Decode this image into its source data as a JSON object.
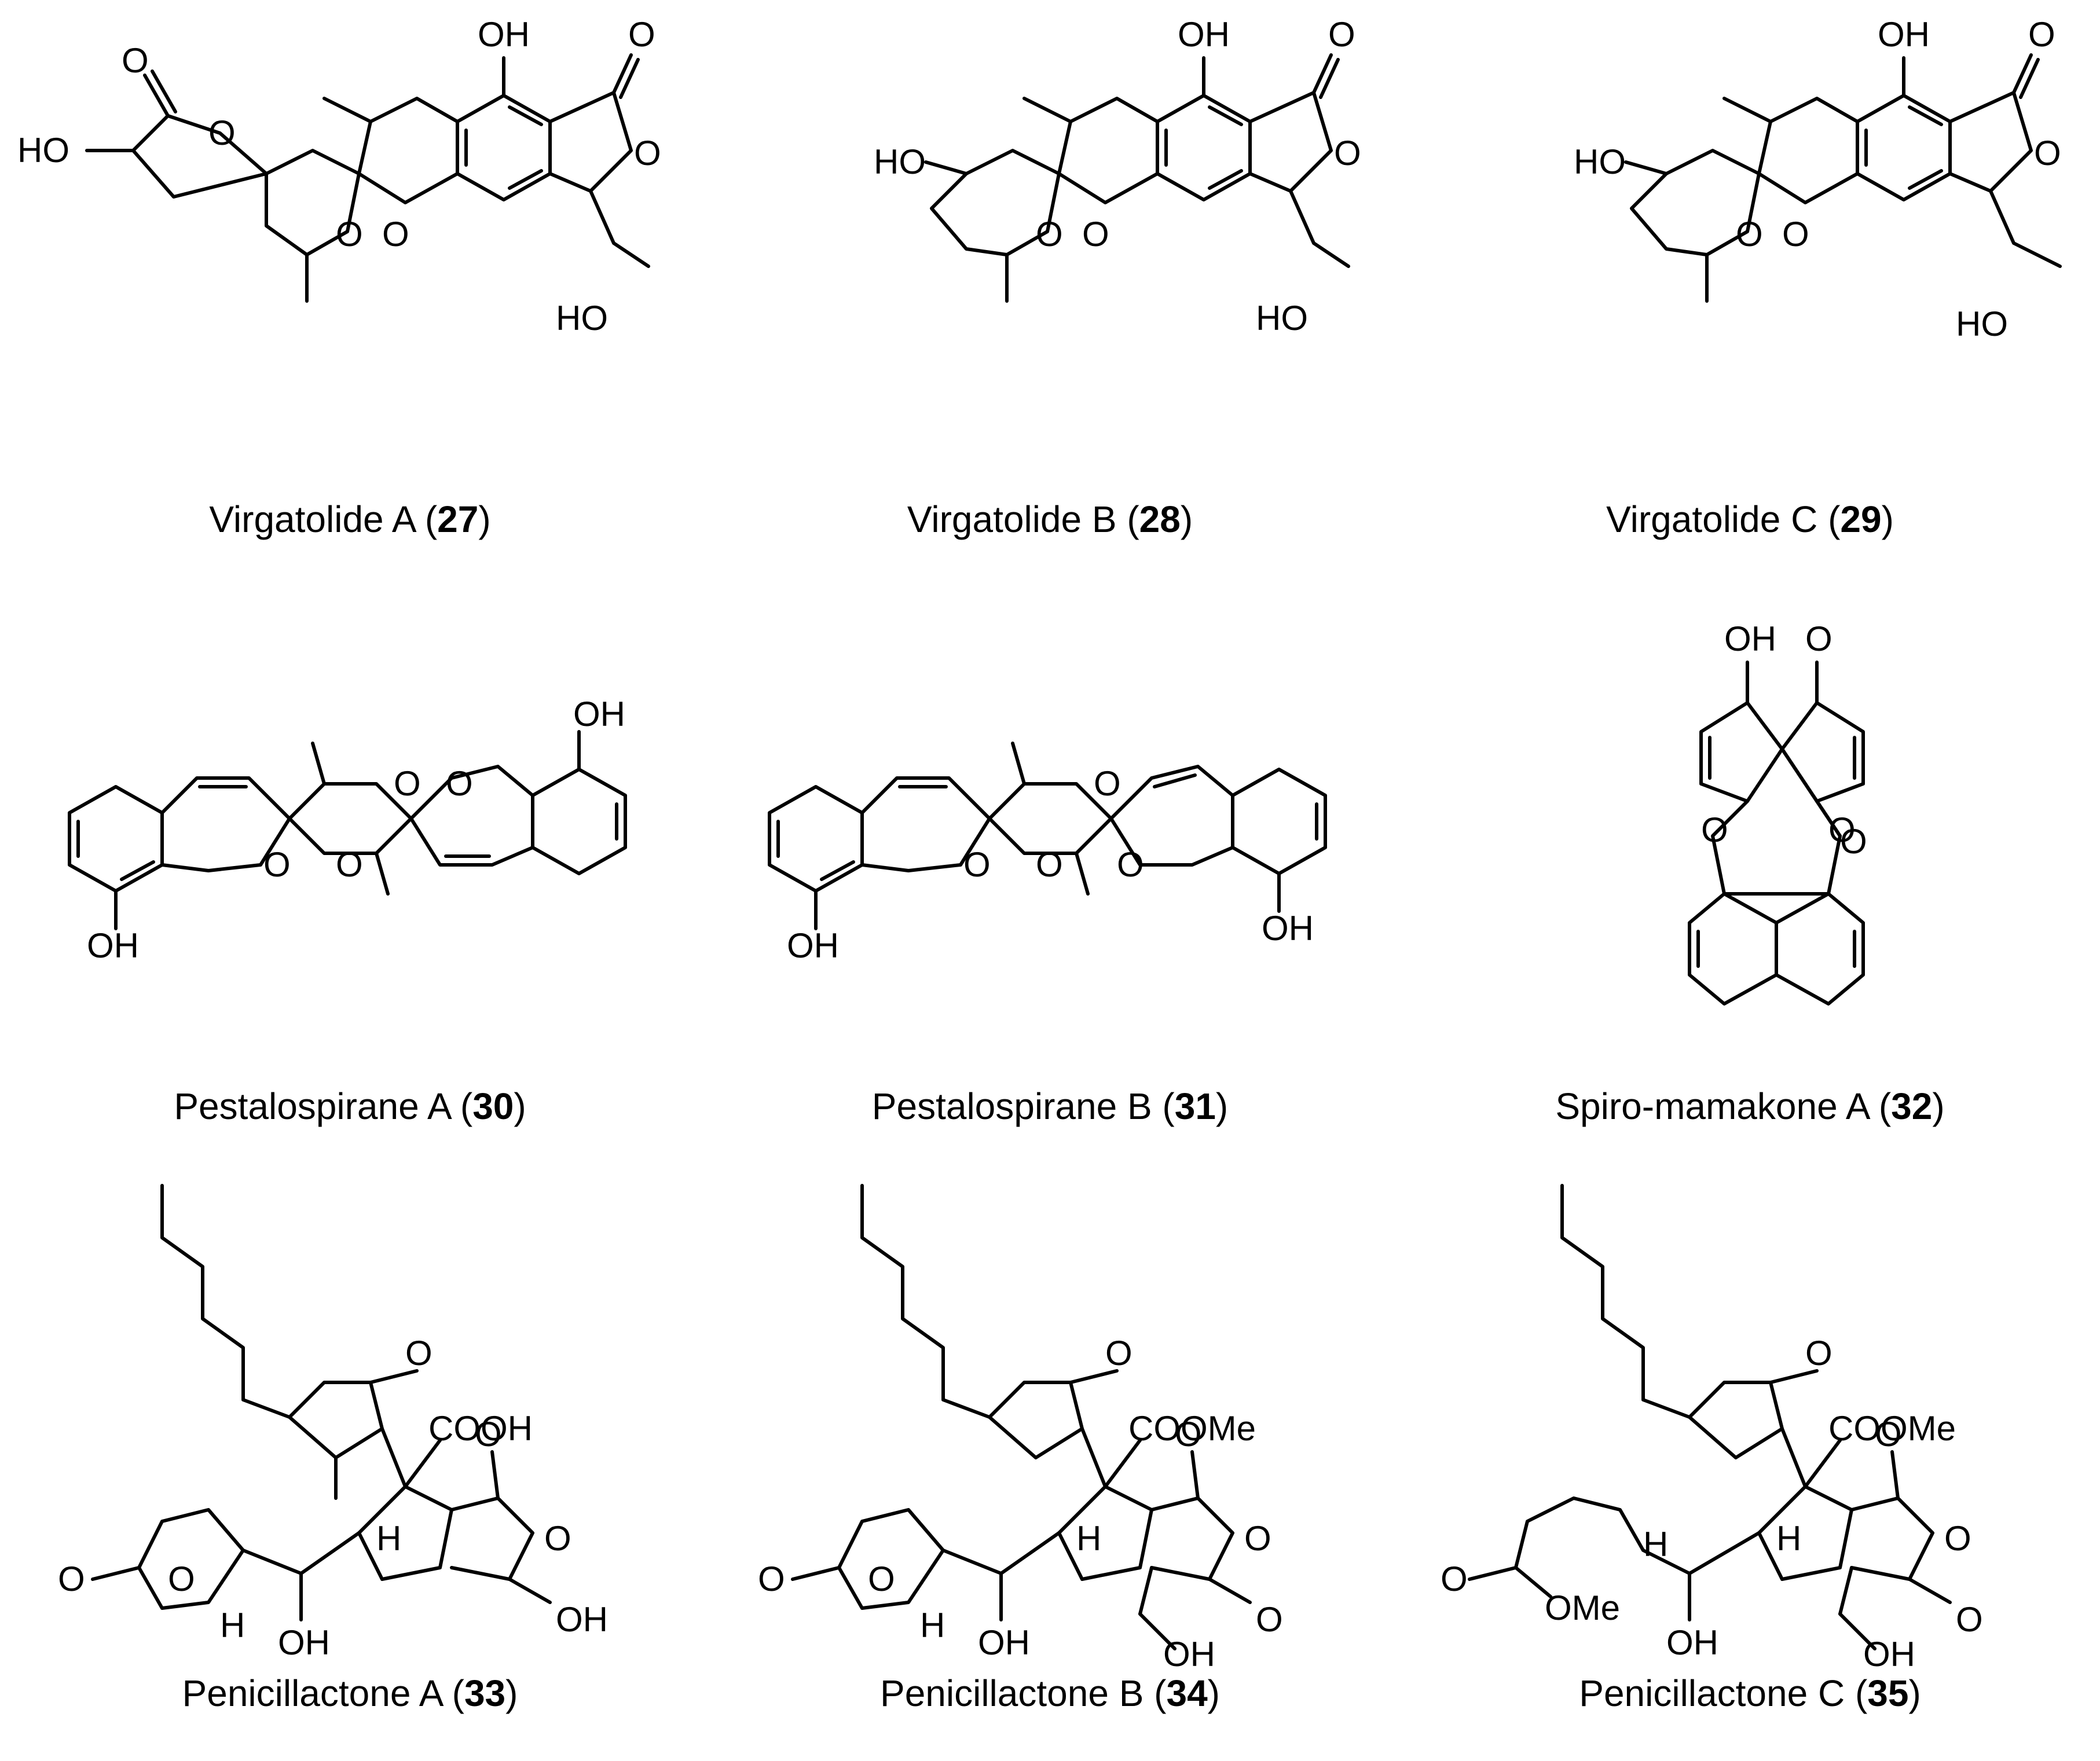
{
  "compounds": [
    {
      "name": "Virgatolide A",
      "number": "27"
    },
    {
      "name": "Virgatolide B",
      "number": "28"
    },
    {
      "name": "Virgatolide C",
      "number": "29"
    },
    {
      "name": "Pestalospirane A",
      "number": "30"
    },
    {
      "name": "Pestalospirane B",
      "number": "31"
    },
    {
      "name": "Spiro-mamakone A",
      "number": "32"
    },
    {
      "name": "Penicillactone A",
      "number": "33"
    },
    {
      "name": "Penicillactone B",
      "number": "34"
    },
    {
      "name": "Penicillactone C",
      "number": "35"
    }
  ],
  "atom_labels": {
    "oh": "OH",
    "ho": "HO",
    "o": "O",
    "h": "H",
    "cooh": "COOH",
    "coome": "COOMe",
    "ome": "OMe"
  }
}
